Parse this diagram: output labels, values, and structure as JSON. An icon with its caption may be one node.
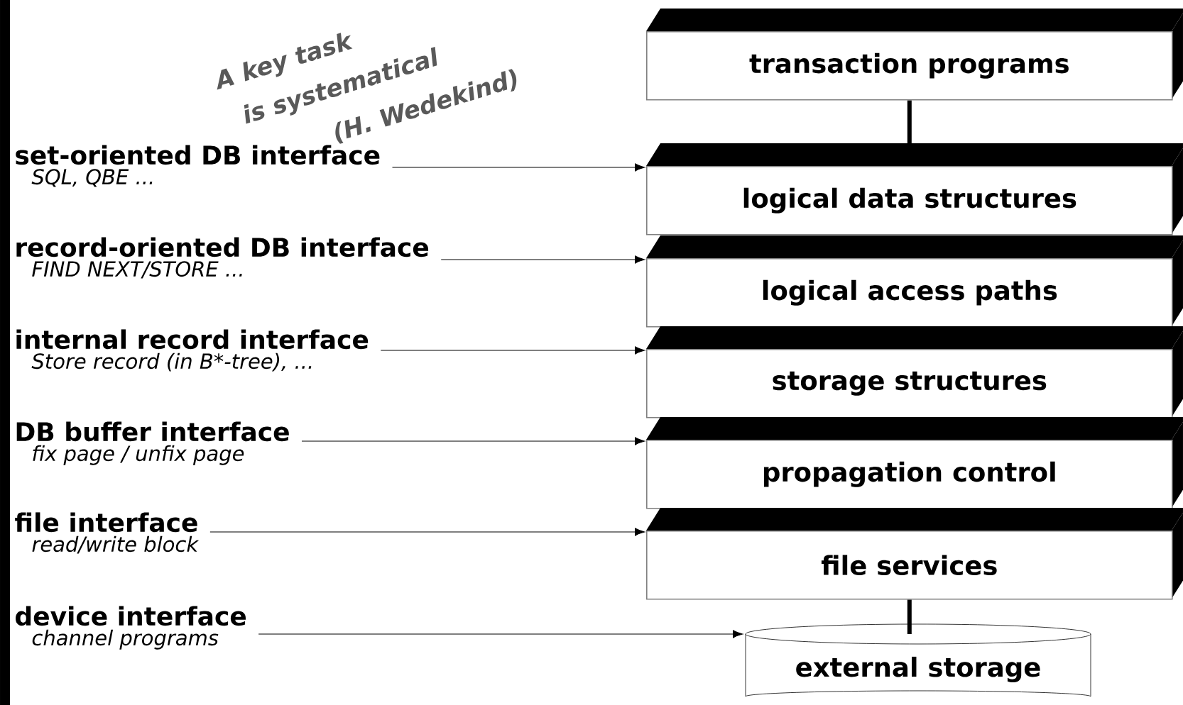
{
  "diagram": {
    "nodes": [
      {
        "text": [
          "set-oriented DB interface",
          "SQL, QBE ..."
        ]
      },
      {
        "text": [
          "record-oriented DB interface",
          "FIND NEXT/STORE ..."
        ]
      },
      {
        "text": [
          "internal record interface",
          "Store record (in B*-tree), ..."
        ]
      },
      {
        "text": [
          "DB buffer interface",
          "fix page / unfix page"
        ]
      },
      {
        "text": [
          "file interface",
          "read/write block"
        ]
      },
      {
        "text": [
          "device interface",
          "channel programs"
        ]
      },
      {
        "text": [
          "transaction programs"
        ]
      },
      {
        "text": [
          "logical data structures"
        ]
      },
      {
        "text": [
          "logical access paths"
        ]
      },
      {
        "text": [
          "storage structures"
        ]
      },
      {
        "text": [
          "propagation control"
        ]
      },
      {
        "text": [
          "file services"
        ]
      },
      {
        "text": [
          "external storage"
        ]
      }
    ],
    "edges": [
      {
        "from": 0,
        "to": 7,
        "arrow": "to"
      },
      {
        "from": 1,
        "to": 8,
        "arrow": "to"
      },
      {
        "from": 2,
        "to": 9,
        "arrow": "to"
      },
      {
        "from": 3,
        "to": 10,
        "arrow": "to"
      },
      {
        "from": 4,
        "to": 11,
        "arrow": "to"
      },
      {
        "from": 5,
        "to": 12,
        "arrow": "to"
      },
      {
        "from": 6,
        "to": 7,
        "arrow": "none",
        "style": "thick"
      },
      {
        "from": 11,
        "to": 12,
        "arrow": "none",
        "style": "thick"
      }
    ],
    "labels": [
      "A key task",
      "is systematical",
      "(H. Wedekind)"
    ]
  }
}
